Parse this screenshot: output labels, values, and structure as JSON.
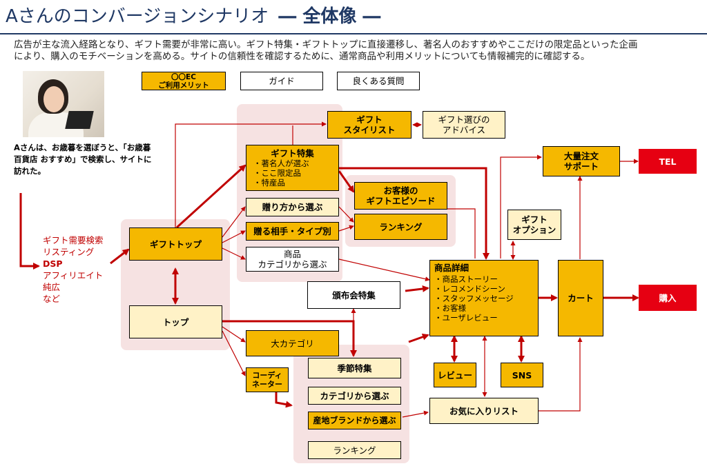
{
  "title": {
    "main": "Aさんのコンバージョンシナリオ",
    "sub": "― 全体像 ―"
  },
  "intro": [
    "広告が主な流入経路となり、ギフト需要が非常に高い。ギフト特集・ギフトトップに直接遷移し、著名人のおすすめやここだけの限定品といった企画",
    "により、購入のモチベーションを高める。サイトの信頼性を確認するために、通常商品や利用メリットについても情報補完的に確認する。"
  ],
  "persona": {
    "text": "Aさんは、お歳暮を選ぼうと、「お歳暮 百貨店 おすすめ」で検索し、サイトに訪れた。"
  },
  "channels": [
    "ギフト需要検索",
    "リスティング",
    "DSP",
    "アフィリエイト",
    "純広",
    "など"
  ],
  "legend": {
    "ec_merit": "〇〇EC\nご利用メリット",
    "guide": "ガイド",
    "faq": "良くある質問"
  },
  "boxes": {
    "gift_stylist": "ギフト\nスタイリスト",
    "gift_advice": "ギフト選びの\nアドバイス",
    "gift_feature": "ギフト特集",
    "gift_feature_items": [
      "著名人が選ぶ",
      "ここ限定品",
      "特産品"
    ],
    "by_method": "贈り方から選ぶ",
    "by_recipient": "贈る相手・タイプ別",
    "product_category": "商品\nカテゴリから選ぶ",
    "customer_episode": "お客様の\nギフトエピソード",
    "ranking_gift": "ランキング",
    "gift_top": "ギフトトップ",
    "top": "トップ",
    "distribution_feature": "頒布会特集",
    "large_category": "大カテゴリ",
    "coordinator": "コーディ\nネーター",
    "seasonal": "季節特集",
    "by_category": "カテゴリから選ぶ",
    "by_origin_brand": "産地ブランドから選ぶ",
    "ranking_bottom": "ランキング",
    "product_detail": "商品詳細",
    "product_detail_items": [
      "商品ストーリー",
      "レコメンドシーン",
      "スタッフメッセージ",
      "お客様",
      "ユーザレビュー"
    ],
    "review": "レビュー",
    "sns": "SNS",
    "favorites": "お気に入りリスト",
    "bulk_order": "大量注文\nサポート",
    "gift_option": "ギフト\nオプション",
    "cart": "カート",
    "tel": "TEL",
    "purchase": "購入"
  },
  "colors": {
    "accent_gold": "#f5b800",
    "light_gold": "#fff2c7",
    "flow_red": "#c00000",
    "cta_red": "#e60012",
    "title_navy": "#1f3864",
    "group_pink": "#f6e2e2"
  }
}
